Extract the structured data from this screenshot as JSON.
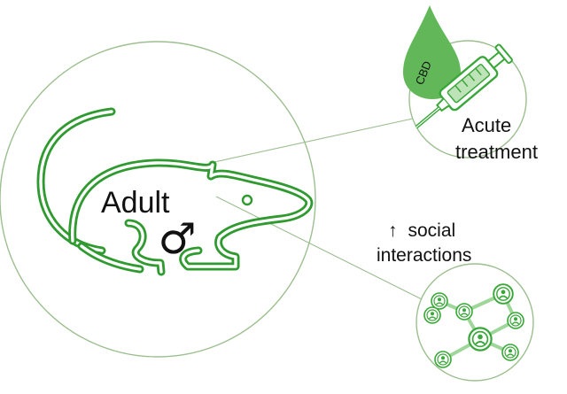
{
  "diagram": {
    "subject_label": "Adult",
    "sex_symbol": "♂",
    "drop_label": "CBD",
    "treatment_line1": "Acute",
    "treatment_line2": "treatment",
    "effect_arrow": "↑",
    "effect_line1": "social",
    "effect_line2": "interactions"
  },
  "icons": {
    "animal": "rat-outline-icon",
    "drop": "cbd-drop-icon",
    "syringe": "syringe-icon",
    "network": "social-network-icon",
    "sex": "male-symbol-icon"
  },
  "colors": {
    "accent_green": "#3aa73a",
    "light_green": "#9fd79a",
    "drop_green": "#62b859",
    "outline_gray": "#9cbf8f"
  }
}
